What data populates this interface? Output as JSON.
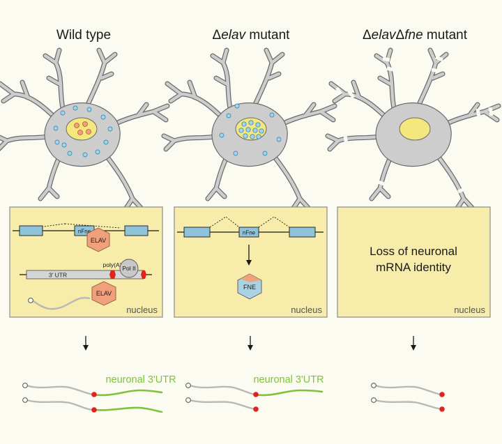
{
  "columns": [
    {
      "title_prefix": "",
      "title_italic": "",
      "title_suffix": "Wild type",
      "box": {
        "labels": {
          "exon_label": "nFne",
          "elav_protein_1": "ELAV",
          "utr_label": "3' UTR",
          "polya_label": "poly(A)",
          "pol2_label": "Pol II",
          "elav_protein_2": "ELAV",
          "compartment": "nucleus"
        }
      },
      "transcripts": {
        "label": "neuronal 3'UTR"
      }
    },
    {
      "title_prefix": "Δ",
      "title_italic": "elav",
      "title_suffix": " mutant",
      "box": {
        "labels": {
          "exon_label": "nFne",
          "protein": "FNE",
          "compartment": "nucleus"
        }
      },
      "transcripts": {
        "label": "neuronal 3'UTR"
      }
    },
    {
      "title_prefix": "Δ",
      "title_italic": "elav",
      "title_mid": "Δ",
      "title_italic2": "fne",
      "title_suffix": " mutant",
      "box": {
        "labels": {
          "message_line1": "Loss of neuronal",
          "message_line2": "mRNA identity",
          "compartment": "nucleus"
        }
      },
      "transcripts": {
        "label": ""
      }
    }
  ],
  "colors": {
    "background": "#fbfbf2",
    "box_fill": "#f7ecaa",
    "box_stroke": "#8c8c8c",
    "neuron_fill": "#cdcdcd",
    "neuron_stroke": "#6a6a6a",
    "nucleus_fill": "#f4e77e",
    "granule_fill": "#a9d3e3",
    "granule_stroke": "#3f8fbf",
    "exon_fill": "#8fc3da",
    "elav_fill": "#f0a07a",
    "polya_red": "#e0231b",
    "utr_green": "#7fc23a",
    "rna_grey": "#b8b8b8",
    "pol2_fill": "#c8c8c8"
  }
}
